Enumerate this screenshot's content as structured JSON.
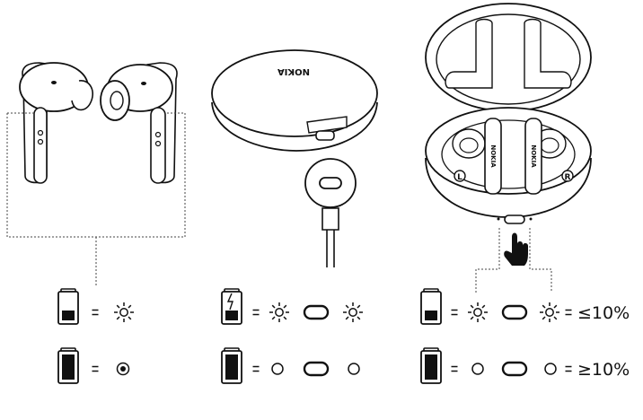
{
  "brand": {
    "case_lid_logo": "NOKIA",
    "earbud_logo": "NOKIA"
  },
  "earbuds": {
    "left_marker": "L",
    "right_marker": "R"
  },
  "legend": {
    "equals": "=",
    "low_battery_threshold": "≤10%",
    "high_battery_threshold": "≥10%"
  },
  "icons": {
    "battery_low": "battery-low-icon",
    "battery_full": "battery-full-icon",
    "battery_charging": "battery-charging-icon",
    "light_blinking": "light-blinking-icon",
    "light_off": "light-off-icon",
    "light_on": "light-solid-icon",
    "case_indicator": "case-pill-indicator-icon",
    "press_hand": "press-button-hand-icon"
  }
}
